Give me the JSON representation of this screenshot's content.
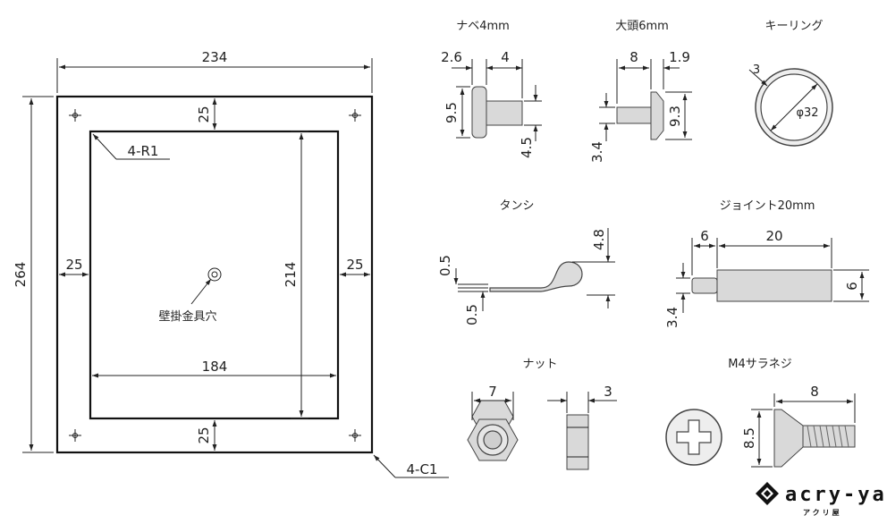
{
  "frame": {
    "width_label": "234",
    "height_label": "264",
    "inner_width_label": "184",
    "inner_height_label": "214",
    "border_top_label": "25",
    "border_bottom_label": "25",
    "border_left_label": "25",
    "border_right_label": "25",
    "corner_radius_label": "4-R1",
    "chamfer_label": "4-C1",
    "hanger_hole_label": "壁掛金具穴"
  },
  "parts": {
    "nabe4": {
      "title": "ナベ4mm",
      "dim_head_thickness": "2.6",
      "dim_length": "4",
      "dim_head_dia": "9.5",
      "dim_shaft_dia": "4.5"
    },
    "oatama6": {
      "title": "大頭6mm",
      "dim_length": "8",
      "dim_head_thickness": "1.9",
      "dim_head_dia": "9.3",
      "dim_shaft_dia": "3.4"
    },
    "keyring": {
      "title": "キーリング",
      "dim_wire": "3",
      "dim_dia": "φ32"
    },
    "tanshi": {
      "title": "タンシ",
      "dim_plate_top": "0.5",
      "dim_plate_bottom": "0.5",
      "dim_loop": "4.8"
    },
    "joint20": {
      "title": "ジョイント20mm",
      "dim_pin_length": "6",
      "dim_body_length": "20",
      "dim_body_dia": "6",
      "dim_pin_dia": "3.4"
    },
    "nut": {
      "title": "ナット",
      "dim_width": "7",
      "dim_thickness": "3"
    },
    "m4screw": {
      "title": "M4サラネジ",
      "dim_length": "8",
      "dim_head_dia": "8.5"
    }
  },
  "brand": {
    "name": "acry-ya",
    "subtitle": "アクリ屋"
  }
}
